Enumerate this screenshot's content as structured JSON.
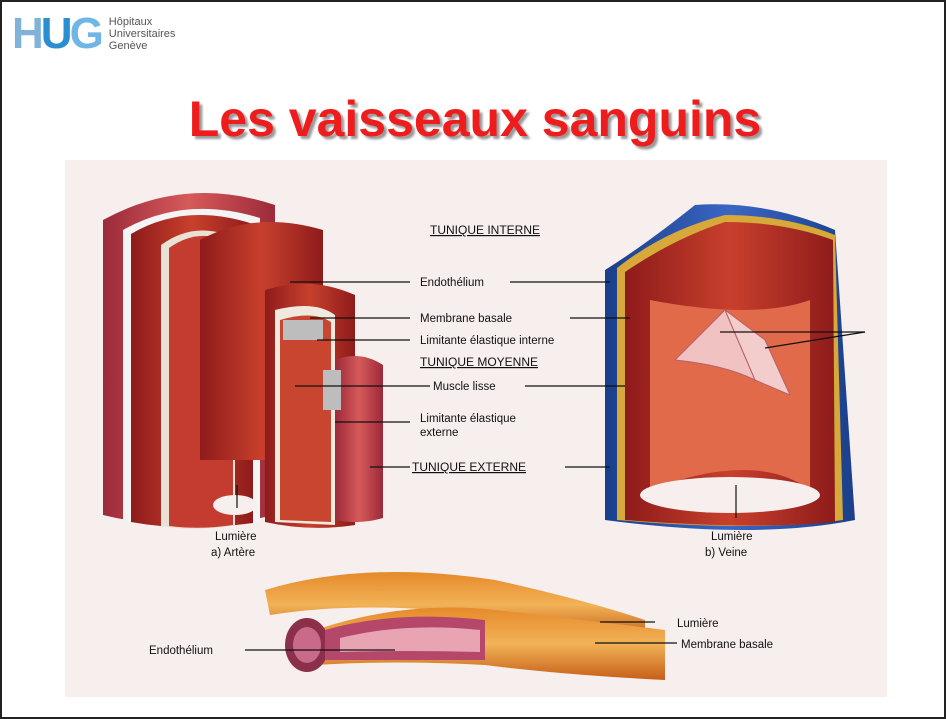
{
  "logo": {
    "letters": [
      "H",
      "U",
      "G"
    ],
    "lines": [
      "Hôpitaux",
      "Universitaires",
      "Genève"
    ]
  },
  "title": "Les vaisseaux sanguins",
  "labels": {
    "tunique_interne": "TUNIQUE INTERNE",
    "endothelium": "Endothélium",
    "membrane_basale": "Membrane basale",
    "limitante_interne": "Limitante élastique interne",
    "tunique_moyenne": "TUNIQUE MOYENNE",
    "muscle_lisse": "Muscle lisse",
    "limitante_externe_1": "Limitante élastique",
    "limitante_externe_2": "externe",
    "tunique_externe": "TUNIQUE EXTERNE",
    "lumiere_artere": "Lumière",
    "artere": "a) Artère",
    "lumiere_veine": "Lumière",
    "veine": "b) Veine",
    "lumiere_capillaire": "Lumière",
    "membrane_basale_capillaire": "Membrane basale",
    "endothelium_capillaire": "Endothélium"
  }
}
